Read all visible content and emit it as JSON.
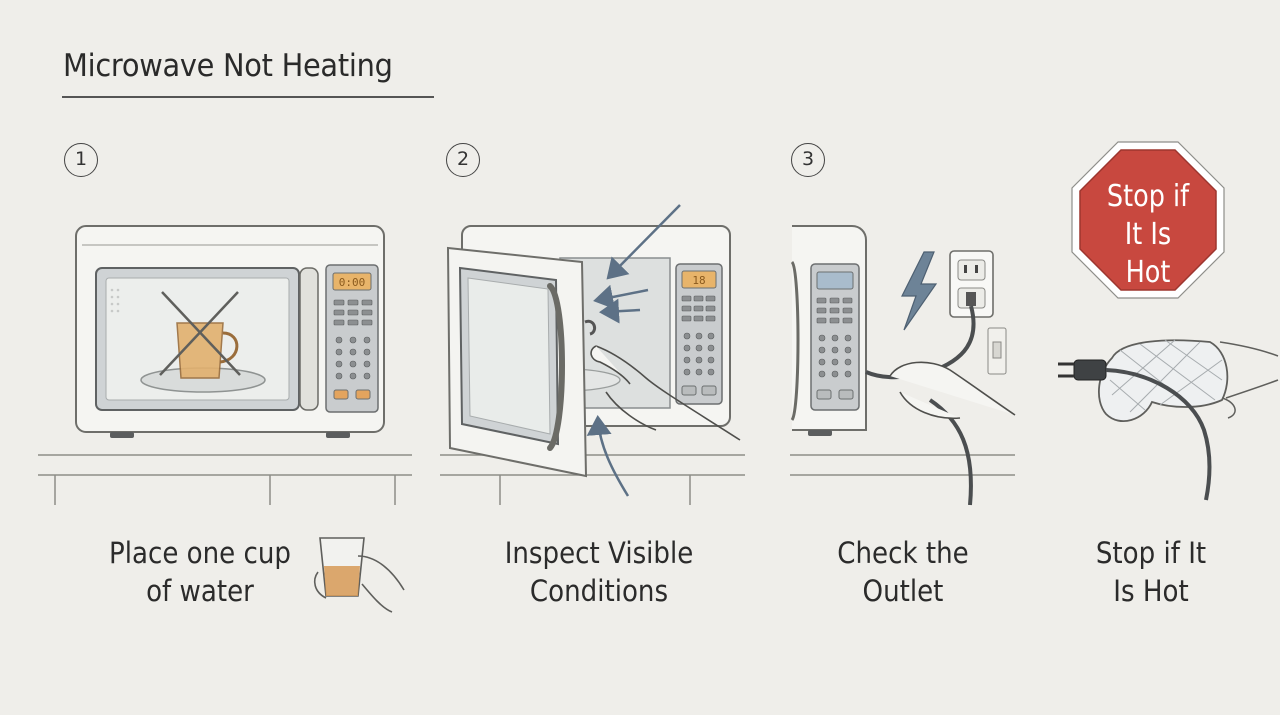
{
  "title": "Microwave Not Heating",
  "steps": [
    {
      "number": "1",
      "caption_line1": "Place one cup",
      "caption_line2": "of water",
      "display": "0:00"
    },
    {
      "number": "2",
      "caption_line1": "Inspect Visible",
      "caption_line2": "Conditions",
      "display": "18"
    },
    {
      "number": "3",
      "caption_line1": "Check the",
      "caption_line2": "Outlet"
    }
  ],
  "warning": {
    "sign_line1": "Stop if",
    "sign_line2": "It Is Hot",
    "caption_line1": "Stop if It",
    "caption_line2": "Is Hot"
  },
  "colors": {
    "background": "#efeeea",
    "stop_sign": "#c8483f",
    "arrow": "#5d7186",
    "lcd": "#e8b46a",
    "water": "#d79a56"
  }
}
